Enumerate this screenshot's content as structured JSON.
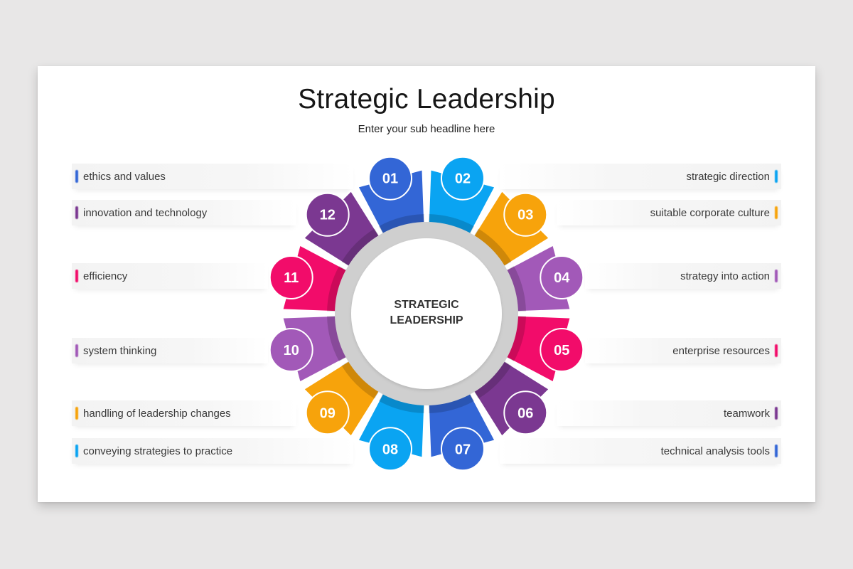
{
  "slide": {
    "title": "Strategic Leadership",
    "subtitle": "Enter your sub headline here",
    "center_label_line1": "STRATEGIC",
    "center_label_line2": "LEADERSHIP"
  },
  "colors": {
    "background": "#e8e7e7",
    "slide": "#ffffff",
    "ring": "#cfcfcf",
    "blue": "#3366d6",
    "sky": "#0aa4f2",
    "orange": "#f7a30b",
    "violet": "#a259b8",
    "pink": "#f20c6a",
    "purple": "#7b3891"
  },
  "segments": [
    {
      "number": "01",
      "label": "ethics and values",
      "color": "#3366d6",
      "side": "left"
    },
    {
      "number": "02",
      "label": "strategic direction",
      "color": "#0aa4f2",
      "side": "right"
    },
    {
      "number": "03",
      "label": "suitable corporate culture",
      "color": "#f7a30b",
      "side": "right"
    },
    {
      "number": "04",
      "label": "strategy into action",
      "color": "#a259b8",
      "side": "right"
    },
    {
      "number": "05",
      "label": "enterprise resources",
      "color": "#f20c6a",
      "side": "right"
    },
    {
      "number": "06",
      "label": "teamwork",
      "color": "#7b3891",
      "side": "right"
    },
    {
      "number": "07",
      "label": "technical analysis tools",
      "color": "#3366d6",
      "side": "right"
    },
    {
      "number": "08",
      "label": "conveying strategies to practice",
      "color": "#0aa4f2",
      "side": "left"
    },
    {
      "number": "09",
      "label": "handling of leadership changes",
      "color": "#f7a30b",
      "side": "left"
    },
    {
      "number": "10",
      "label": "system thinking",
      "color": "#a259b8",
      "side": "left"
    },
    {
      "number": "11",
      "label": "efficiency",
      "color": "#f20c6a",
      "side": "left"
    },
    {
      "number": "12",
      "label": "innovation and technology",
      "color": "#7b3891",
      "side": "left"
    }
  ]
}
